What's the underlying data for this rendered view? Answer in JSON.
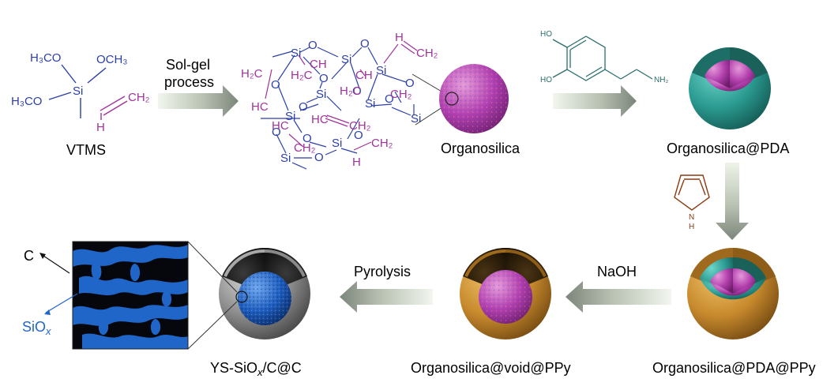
{
  "labels": {
    "vtms": "VTMS",
    "solgel_line1": "Sol-gel",
    "solgel_line2": "process",
    "organosilica": "Organosilica",
    "organosilica_pda": "Organosilica@PDA",
    "organosilica_pda_ppy": "Organosilica@PDA@PPy",
    "naoh": "NaOH",
    "organosilica_void_ppy": "Organosilica@void@PPy",
    "pyrolysis": "Pyrolysis",
    "ys_prefix": "YS-SiO",
    "ys_x": "x",
    "ys_suffix": "/C@C",
    "c_label": "C",
    "siox_prefix": "SiO",
    "siox_x": "x"
  },
  "vtms_formula": {
    "h3co_top": "H₃CO",
    "och3": "OCH₃",
    "si": "Si",
    "h3co_bottom": "H₃CO",
    "ch2": "CH₂",
    "h": "H"
  },
  "network": {
    "si": "Si",
    "o": "O",
    "h2c": "H₂C",
    "hc": "HC",
    "ch": "CH",
    "ch2": "CH₂",
    "h": "H"
  },
  "dopamine": {
    "ho": "HO",
    "nh2": "NH₂"
  },
  "pyrrole": {
    "n": "N",
    "h": "H"
  },
  "colors": {
    "formula_blue": "#2b3fa8",
    "network_magenta": "#a0339a",
    "core_magenta": "#c54ec0",
    "pda_teal": "#2f9f96",
    "ppy_orange": "#c88a2d",
    "carbon_gray": "#8d8d8d",
    "siox_blue": "#1f66c8",
    "arrow_gray": "#7f8a80"
  }
}
